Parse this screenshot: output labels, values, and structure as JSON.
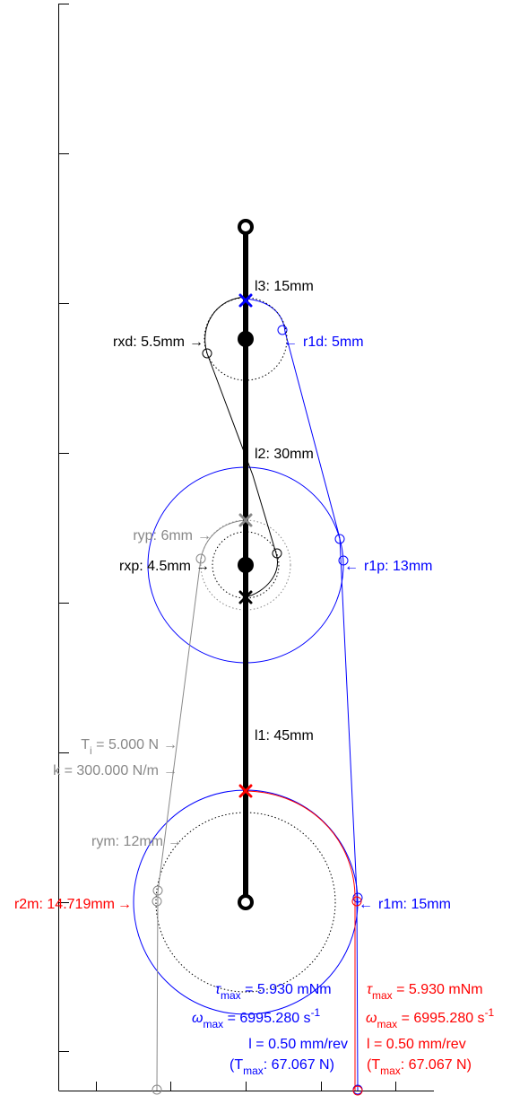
{
  "colors": {
    "black": "#000000",
    "blue": "#0000ff",
    "red": "#ff0000",
    "gray": "#888888"
  },
  "labels": {
    "l3": "l3: 15mm",
    "l2": "l2: 30mm",
    "l1": "l1: 45mm",
    "rxd": "rxd: 5.5mm",
    "r1d": "r1d: 5mm",
    "ryp": "ryp: 6mm",
    "rxp": "rxp: 4.5mm",
    "r1p": "r1p: 13mm",
    "ti_prefix": "T",
    "ti_sub": "i",
    "ti_value": " = 5.000 N",
    "k": "k = 300.000 N/m",
    "rym": "rym: 12mm",
    "r2m": "r2m: 14.719mm",
    "r1m": "r1m: 15mm",
    "arrow": "→",
    "arrow_left": "←"
  },
  "blue_specs": {
    "tau_sym": "τ",
    "tau_sub": "max",
    "tau_value": " = 5.930 mNm",
    "omega_sym": "ω",
    "omega_sub": "max",
    "omega_value": " = 6995.280 s",
    "omega_sup": "-1",
    "lead": "l = 0.50 mm/rev",
    "force_open": "(T",
    "force_sub": "max",
    "force_value": ": 67.067 N)"
  },
  "red_specs": {
    "tau_sym": "τ",
    "tau_sub": "max",
    "tau_value": " = 5.930 mNm",
    "omega_sym": "ω",
    "omega_sub": "max",
    "omega_value": " = 6995.280 s",
    "omega_sup": "-1",
    "lead": "l = 0.50 mm/rev",
    "force_open": "(T",
    "force_sub": "max",
    "force_value": ": 67.067 N)"
  }
}
